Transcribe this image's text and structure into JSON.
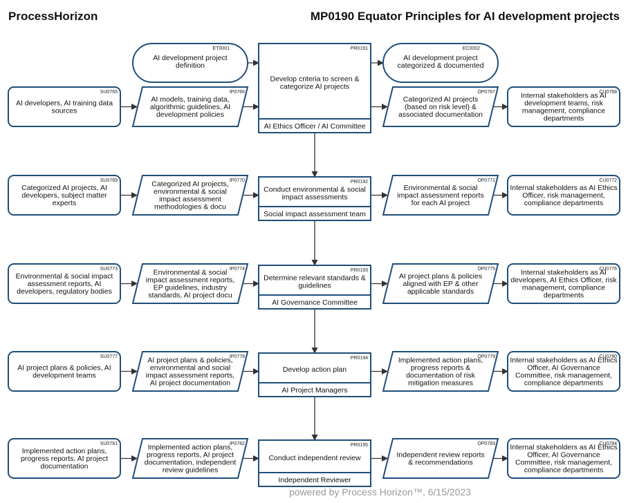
{
  "header": {
    "brand": "ProcessHorizon",
    "title": "MP0190 Equator Principles for AI development projects"
  },
  "events": [
    {
      "code": "ET0001",
      "lines": [
        "AI development project",
        "definition"
      ]
    },
    {
      "code": "EC0002",
      "lines": [
        "AI development project",
        "categorized & documented"
      ]
    }
  ],
  "rows": [
    {
      "supplier": {
        "code": "SU0765",
        "lines": [
          "AI developers, AI training data",
          "sources"
        ]
      },
      "input": {
        "code": "IP0766",
        "lines": [
          "AI models, training data,",
          "algorithmic guidelines, AI",
          "development policies"
        ]
      },
      "process": {
        "code": "PR0191",
        "lines": [
          "Develop criteria to screen &",
          "categorize AI projects"
        ],
        "role": "AI Ethics Officer / AI Committee"
      },
      "output": {
        "code": "OP0767",
        "lines": [
          "Categorized AI projects",
          "(based on risk level) &",
          "associated documentation"
        ]
      },
      "customer": {
        "code": "CU0768",
        "lines": [
          "Internal stakeholders as AI",
          "development teams, risk",
          "management, compliance",
          "departments"
        ]
      }
    },
    {
      "supplier": {
        "code": "SU0769",
        "lines": [
          "Categorized AI projects, AI",
          "developers, subject matter",
          "experts"
        ]
      },
      "input": {
        "code": "IP0770",
        "lines": [
          "Categorized AI projects,",
          "environmental & social",
          "impact assessment",
          "methodologies & docu"
        ]
      },
      "process": {
        "code": "PR0192",
        "lines": [
          "Conduct environmental & social",
          "impact assessments"
        ],
        "role": "Social impact assessment team"
      },
      "output": {
        "code": "OP0771",
        "lines": [
          "Environmental & social",
          "impact assessment reports",
          "for each AI project"
        ]
      },
      "customer": {
        "code": "CU0772",
        "lines": [
          "Internal stakeholders as AI Ethics",
          "Officer, risk management,",
          "compliance departments"
        ]
      }
    },
    {
      "supplier": {
        "code": "SU0773",
        "lines": [
          "Environmental & social impact",
          "assessment reports, AI",
          "developers, regulatory bodies"
        ]
      },
      "input": {
        "code": "IP0774",
        "lines": [
          "Environmental & social",
          "impact assessment reports,",
          "EP guidelines, industry",
          "standards, AI project docu"
        ]
      },
      "process": {
        "code": "PR0193",
        "lines": [
          "Determine relevant standards &",
          "guidelines"
        ],
        "role": "AI Governance Committee"
      },
      "output": {
        "code": "OP0775",
        "lines": [
          "AI project plans & policies",
          "aligned with EP & other",
          "applicable standards"
        ]
      },
      "customer": {
        "code": "CU0776",
        "lines": [
          "Internal stakeholders as AI",
          "developers, AI Ethics Officer, risk",
          "management, compliance",
          "departments"
        ]
      }
    },
    {
      "supplier": {
        "code": "SU0777",
        "lines": [
          "AI project plans & policies, AI",
          "development teams"
        ]
      },
      "input": {
        "code": "IP0778",
        "lines": [
          "AI project plans & policies,",
          "environmental and social",
          "impact assessment reports,",
          "AI project documentation"
        ]
      },
      "process": {
        "code": "PR0194",
        "lines": [
          "Develop action plan"
        ],
        "role": "AI Project Managers"
      },
      "output": {
        "code": "OP0779",
        "lines": [
          "Implemented action plans,",
          "progress reports &",
          "documentation of risk",
          "mitigation measures"
        ]
      },
      "customer": {
        "code": "CU0780",
        "lines": [
          "Internal stakeholders as AI Ethics",
          "Officer, AI Governance",
          "Committee, risk management,",
          "compliance departments"
        ]
      }
    },
    {
      "supplier": {
        "code": "SU0781",
        "lines": [
          "Implemented action plans,",
          "progress reports, AI project",
          "documentation"
        ]
      },
      "input": {
        "code": "IP0782",
        "lines": [
          "Implemented action plans,",
          "progress reports, AI project",
          "documentation, independent",
          "review guidelines"
        ]
      },
      "process": {
        "code": "PR0195",
        "lines": [
          "Conduct independent review"
        ],
        "role": "Independent Reviewer"
      },
      "output": {
        "code": "OP0783",
        "lines": [
          "Independent review reports",
          "& recommendations"
        ]
      },
      "customer": {
        "code": "CU0784",
        "lines": [
          "Internal stakeholders as AI Ethics",
          "Officer, AI Governance",
          "Committee, risk management,",
          "compliance departments"
        ]
      }
    }
  ],
  "footer": "powered by Process Horizon™, 6/15/2023",
  "colors": {
    "border": "#1f4e79",
    "text": "#111111",
    "footer": "#999999"
  }
}
